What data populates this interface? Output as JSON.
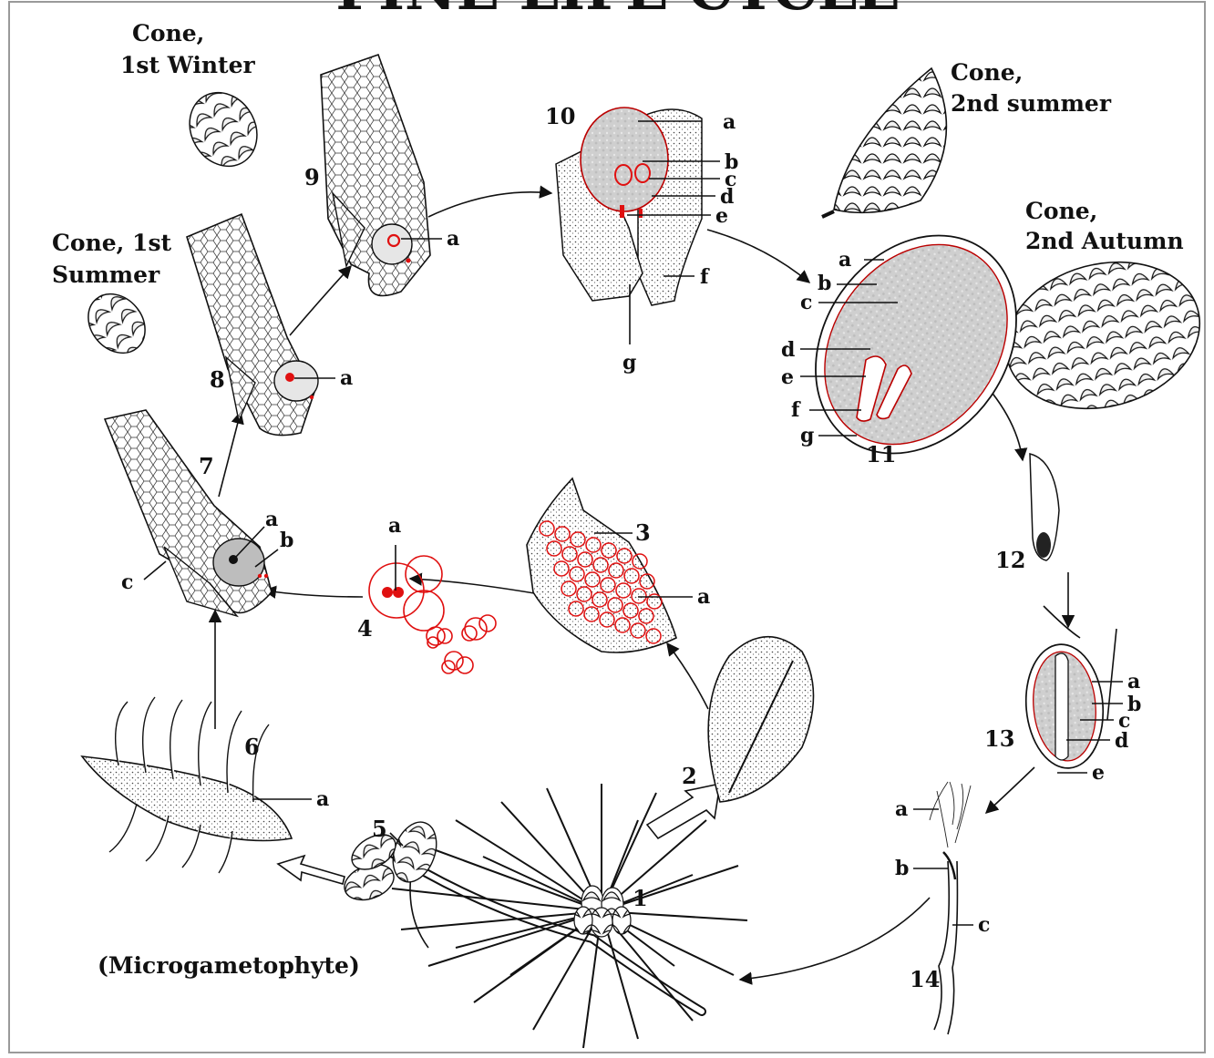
{
  "title": "PINE LIFE CYCLE",
  "captions": {
    "cone_1st_winter": [
      "Cone,",
      "1st Winter"
    ],
    "cone_1st_summer": [
      "Cone, 1st",
      "Summer"
    ],
    "cone_2nd_summer": [
      "Cone,",
      "2nd summer"
    ],
    "cone_2nd_autumn": [
      "Cone,",
      "2nd Autumn"
    ],
    "microgametophyte": "(Microgametophyte)"
  },
  "stages": {
    "s1": "1",
    "s2": "2",
    "s3": "3",
    "s4": "4",
    "s5": "5",
    "s6": "6",
    "s7": "7",
    "s8": "8",
    "s9": "9",
    "s10": "10",
    "s11": "11",
    "s12": "12",
    "s13": "13",
    "s14": "14"
  },
  "labels": {
    "s3": [
      "a"
    ],
    "s4": [
      "a"
    ],
    "s6": [
      "a"
    ],
    "s7": [
      "a",
      "b",
      "c"
    ],
    "s8": [
      "a"
    ],
    "s9": [
      "a"
    ],
    "s10": [
      "a",
      "b",
      "c",
      "d",
      "e",
      "f",
      "g"
    ],
    "s11": [
      "a",
      "b",
      "c",
      "d",
      "e",
      "f",
      "g"
    ],
    "s13": [
      "a",
      "b",
      "c",
      "d",
      "e"
    ],
    "s14": [
      "a",
      "b",
      "c"
    ]
  },
  "colors": {
    "ink": "#111111",
    "highlight_red": "#e01010",
    "tissue_grey": "#cfcfcf",
    "border": "#9a9a9a"
  },
  "icons": [
    "pine-branch-icon",
    "staminate-cone-icon",
    "ovulate-scale-icon",
    "pollen-grain-icon",
    "seed-icon",
    "seedling-icon",
    "cone-icon"
  ]
}
